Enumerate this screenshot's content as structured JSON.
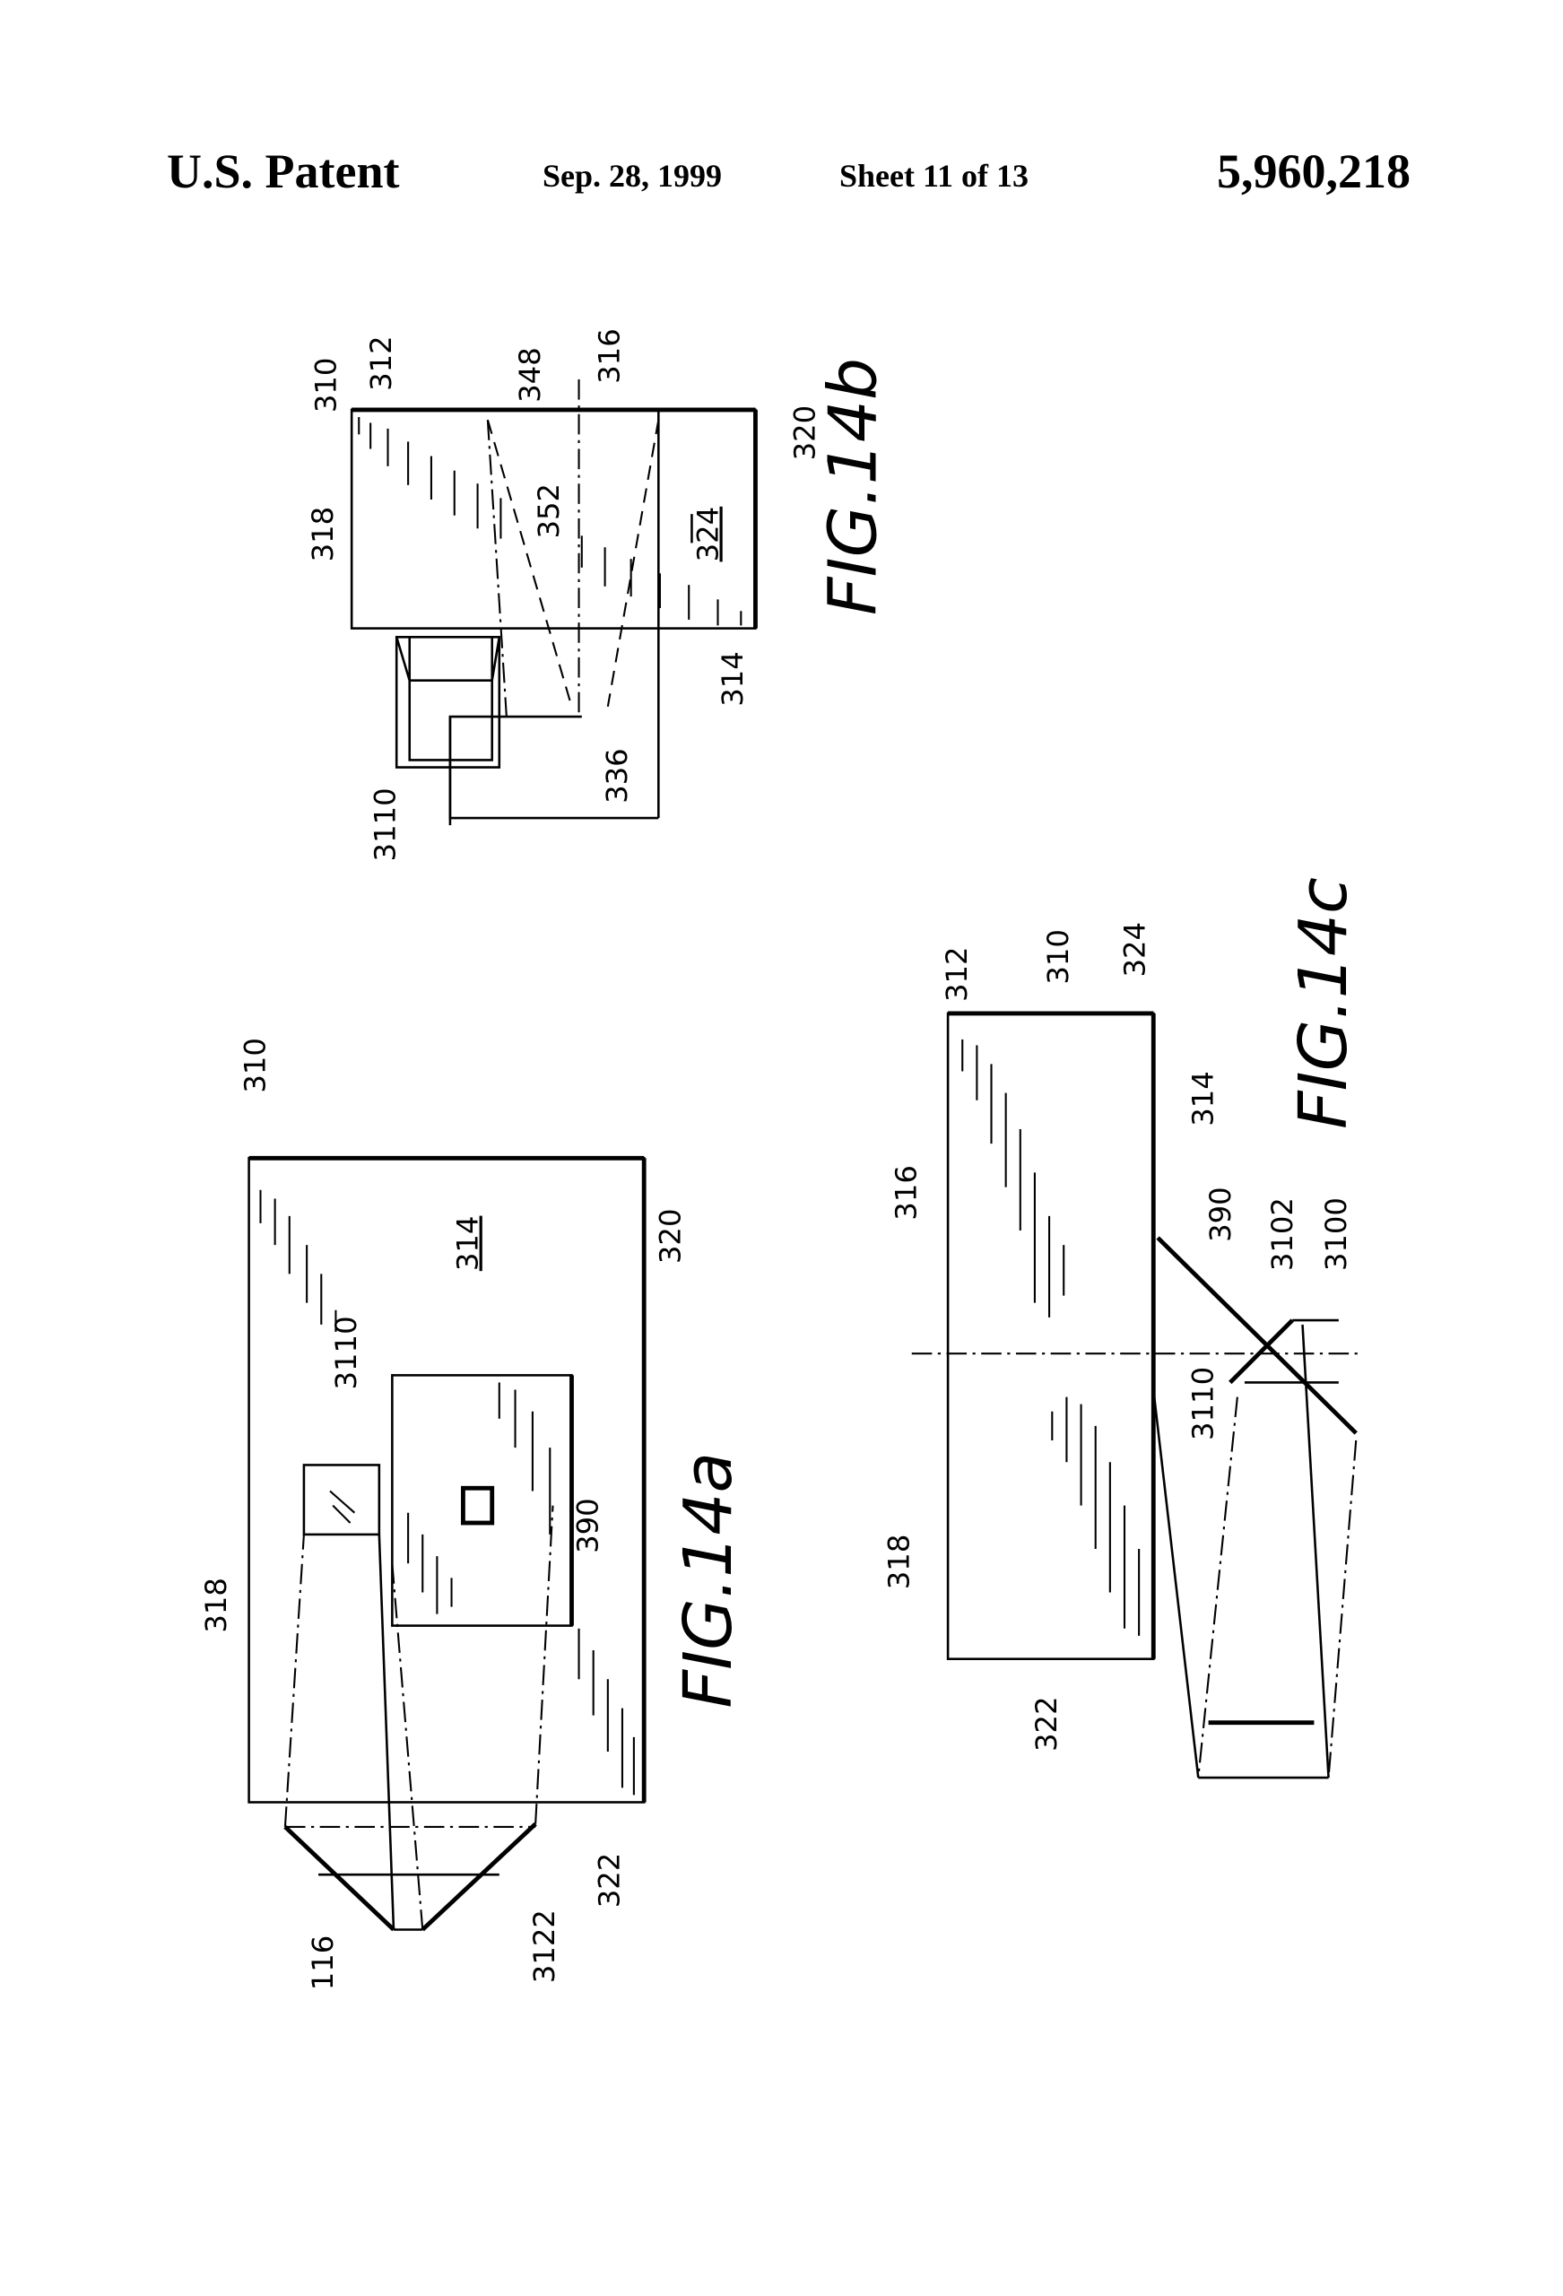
{
  "header": {
    "office": "U.S. Patent",
    "date": "Sep. 28, 1999",
    "sheet": "Sheet 11 of 13",
    "patent_number": "5,960,218"
  },
  "fig14b": {
    "title": "FIG.14b",
    "labels": [
      "310",
      "312",
      "348",
      "316",
      "320",
      "318",
      "352",
      "324",
      "314",
      "336",
      "3110"
    ]
  },
  "fig14a": {
    "title": "FIG.14a",
    "labels": [
      "310",
      "318",
      "314",
      "320",
      "3110",
      "390",
      "116",
      "3122",
      "322"
    ]
  },
  "fig14c": {
    "title": "FIG.14c",
    "labels": [
      "312",
      "310",
      "324",
      "316",
      "314",
      "318",
      "322",
      "390",
      "3102",
      "3100",
      "3110"
    ]
  }
}
